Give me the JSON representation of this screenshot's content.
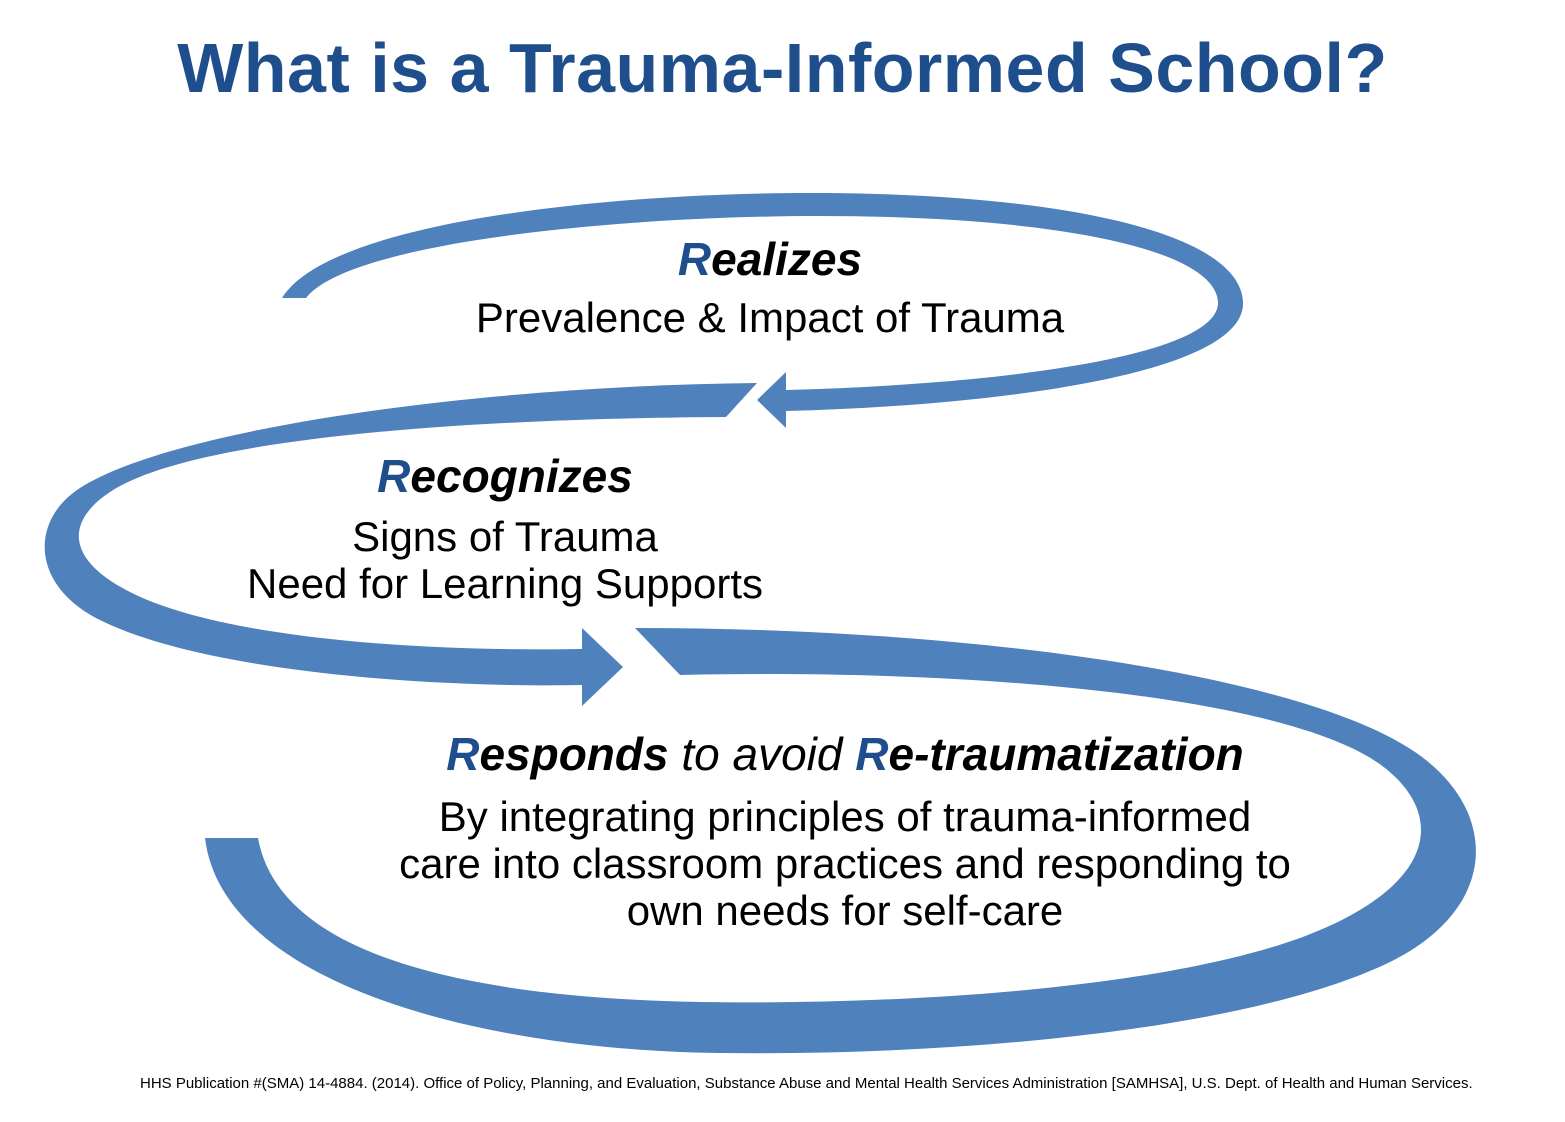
{
  "title": "What is a Trauma-Informed School?",
  "colors": {
    "arrow": "#4f81bd",
    "accent": "#1f4e8c",
    "text": "#000000"
  },
  "realizes": {
    "heading_cap": "R",
    "heading_rest": "ealizes",
    "line1": "Prevalence & Impact of Trauma"
  },
  "recognizes": {
    "heading_cap": "R",
    "heading_rest": "ecognizes",
    "line1": "Signs of Trauma",
    "line2": "Need for Learning Supports"
  },
  "responds": {
    "heading_cap1": "R",
    "heading_rest1": "esponds",
    "heading_mid": " to avoid ",
    "heading_cap2": "R",
    "heading_rest2": "e-traumatization",
    "line1": "By integrating principles of trauma-informed",
    "line2": "care into classroom practices and responding to",
    "line3": "own needs for self-care"
  },
  "citation": "HHS Publication #(SMA) 14-4884. (2014). Office of Policy, Planning, and Evaluation, Substance Abuse and Mental Health Services Administration [SAMHSA], U.S. Dept. of Health and Human Services."
}
